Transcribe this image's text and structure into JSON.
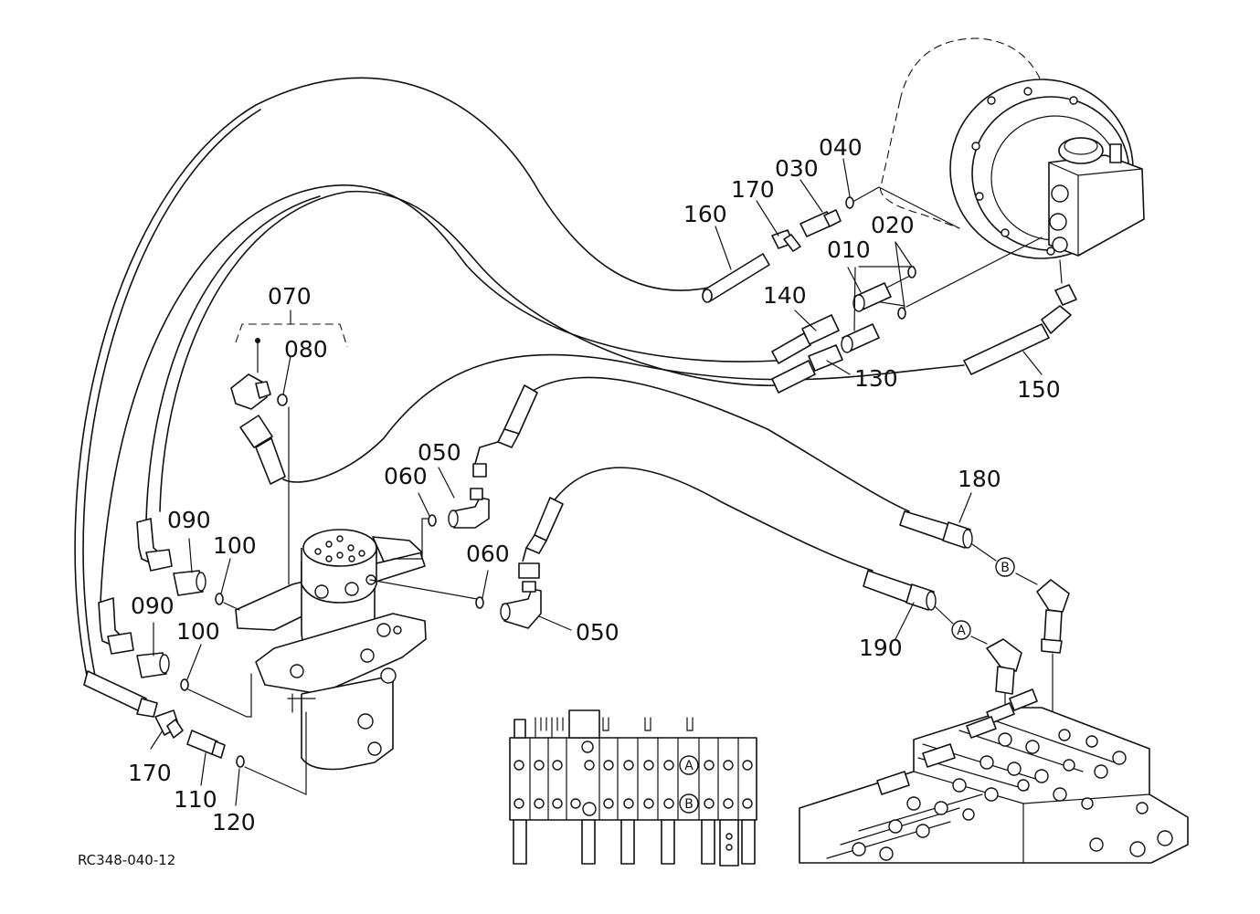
{
  "part_labels": {
    "p010": "010",
    "p020": "020",
    "p030": "030",
    "p040": "040",
    "p050a": "050",
    "p050b": "050",
    "p060a": "060",
    "p060b": "060",
    "p070": "070",
    "p080": "080",
    "p090a": "090",
    "p090b": "090",
    "p100a": "100",
    "p100b": "100",
    "p110": "110",
    "p120": "120",
    "p130": "130",
    "p140": "140",
    "p150": "150",
    "p160": "160",
    "p170a": "170",
    "p170b": "170",
    "p180": "180",
    "p190": "190"
  },
  "port_markers": {
    "a_hose": "A",
    "b_hose": "B",
    "a_valve": "A",
    "b_valve": "B"
  },
  "drawing_code": "RC348-040-12"
}
